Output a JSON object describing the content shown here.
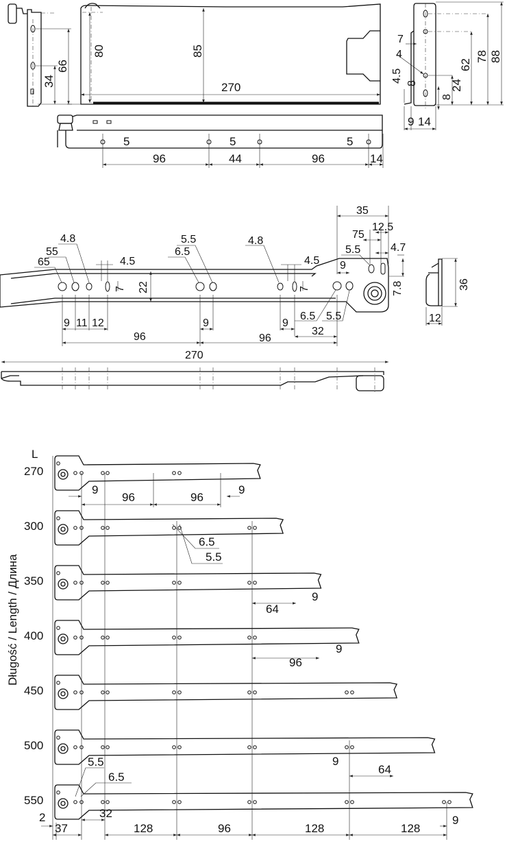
{
  "top_view": {
    "side_profile": [
      "66",
      "34"
    ],
    "box": [
      "80",
      "85",
      "270"
    ],
    "end_view": [
      "7",
      "4",
      "4.5",
      "8",
      "62",
      "78",
      "88",
      "24",
      "8",
      "9",
      "14"
    ],
    "bottom_rail": [
      "5",
      "5",
      "5",
      "96",
      "44",
      "96",
      "14"
    ]
  },
  "rail_detail": {
    "labels": [
      "4.8",
      "55",
      "65",
      "4.5",
      "7",
      "22",
      "6.5",
      "5.5",
      "4.8",
      "4.5",
      "7",
      "35",
      "12.5",
      "75",
      "5.5",
      "4.7",
      "9",
      "7.8",
      "6.5",
      "5.5",
      "36",
      "12",
      "9",
      "11",
      "12",
      "9",
      "9",
      "32",
      "96",
      "96"
    ],
    "overall_length": "270"
  },
  "length_table": {
    "axis_label": "Długość / Length / Длина",
    "column_header": "L",
    "lengths": [
      "270",
      "300",
      "350",
      "400",
      "450",
      "500",
      "550"
    ],
    "dims_270": [
      "9",
      "96",
      "96",
      "9"
    ],
    "dims_300": [
      "6.5",
      "5.5"
    ],
    "dims_350": [
      "64",
      "9"
    ],
    "dims_400": [
      "96",
      "9"
    ],
    "dims_500": [
      "9",
      "64"
    ],
    "dims_550": [
      "5.5",
      "6.5",
      "2",
      "37",
      "32",
      "128",
      "96",
      "128",
      "128",
      "9"
    ]
  }
}
